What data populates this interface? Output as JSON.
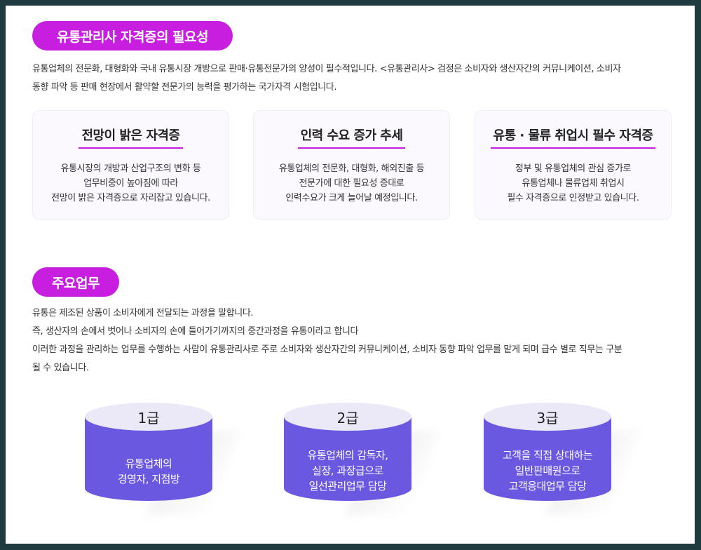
{
  "section1": {
    "title": "유통관리사  자격증의 필요성",
    "intro": [
      "유통업체의 전문화, 대형화와 국내 유통시장 개방으로 판매·유통전문가의 양성이 필수적입니다. <유통관리사> 검정은 소비자와 생산자간의 커뮤니케이션, 소비자",
      "동향 파악 등 판매 현장에서 활약할 전문가의 능력을 평가하는 국가자격 시험입니다."
    ],
    "cards": [
      {
        "title": "전망이 밝은 자격증",
        "lines": [
          "유통시장의 개방과 산업구조의 변화 등",
          "업무비중이 높아짐에 따라",
          "전망이 밝은 자격증으로 자리잡고 있습니다."
        ]
      },
      {
        "title": "인력 수요 증가 추세",
        "lines": [
          "유통업체의 전문화, 대형화, 해외진출 등",
          "전문가에 대한 필요성 증대로",
          "인력수요가 크게 늘어날 예정입니다."
        ]
      },
      {
        "title": "유통 · 물류 취업시 필수 자격증",
        "lines": [
          "정부 및 유통업체의 관심 증가로",
          "유통업체나 물류업체 취업시",
          "필수 자격증으로 인정받고 있습니다."
        ]
      }
    ]
  },
  "section2": {
    "title": "주요업무",
    "intro": [
      "유통은 제조된 상품이 소비자에게 전달되는 과정을 말합니다.",
      "즉, 생산자의 손에서 벗어나 소비자의 손에 들어가기까지의 중간과정을 유통이라고 합니다",
      "이러한 과정을 관리하는 업무를 수행하는 사람이 유통관리사로 주로 소비자와 생산자간의 커뮤니케이션, 소비자 동향 파악 업무를 맡게 되며 급수 별로 직무는 구분",
      "될 수 있습니다."
    ],
    "grades": [
      {
        "level": "1급",
        "lines": [
          "유통업체의",
          "경영자, 지점방"
        ]
      },
      {
        "level": "2급",
        "lines": [
          "유통업체의 감독자,",
          "실장, 과장급으로",
          "일선관리업무 담당"
        ]
      },
      {
        "level": "3급",
        "lines": [
          "고객을 직접 상대하는",
          "일반판매원으로",
          "고객응대업무 담당"
        ]
      }
    ]
  },
  "colors": {
    "accent": "#c81ee0",
    "cylinder": "#6b58e0",
    "cylinder_top": "#ebe9f8",
    "background": "#1f3b40"
  }
}
